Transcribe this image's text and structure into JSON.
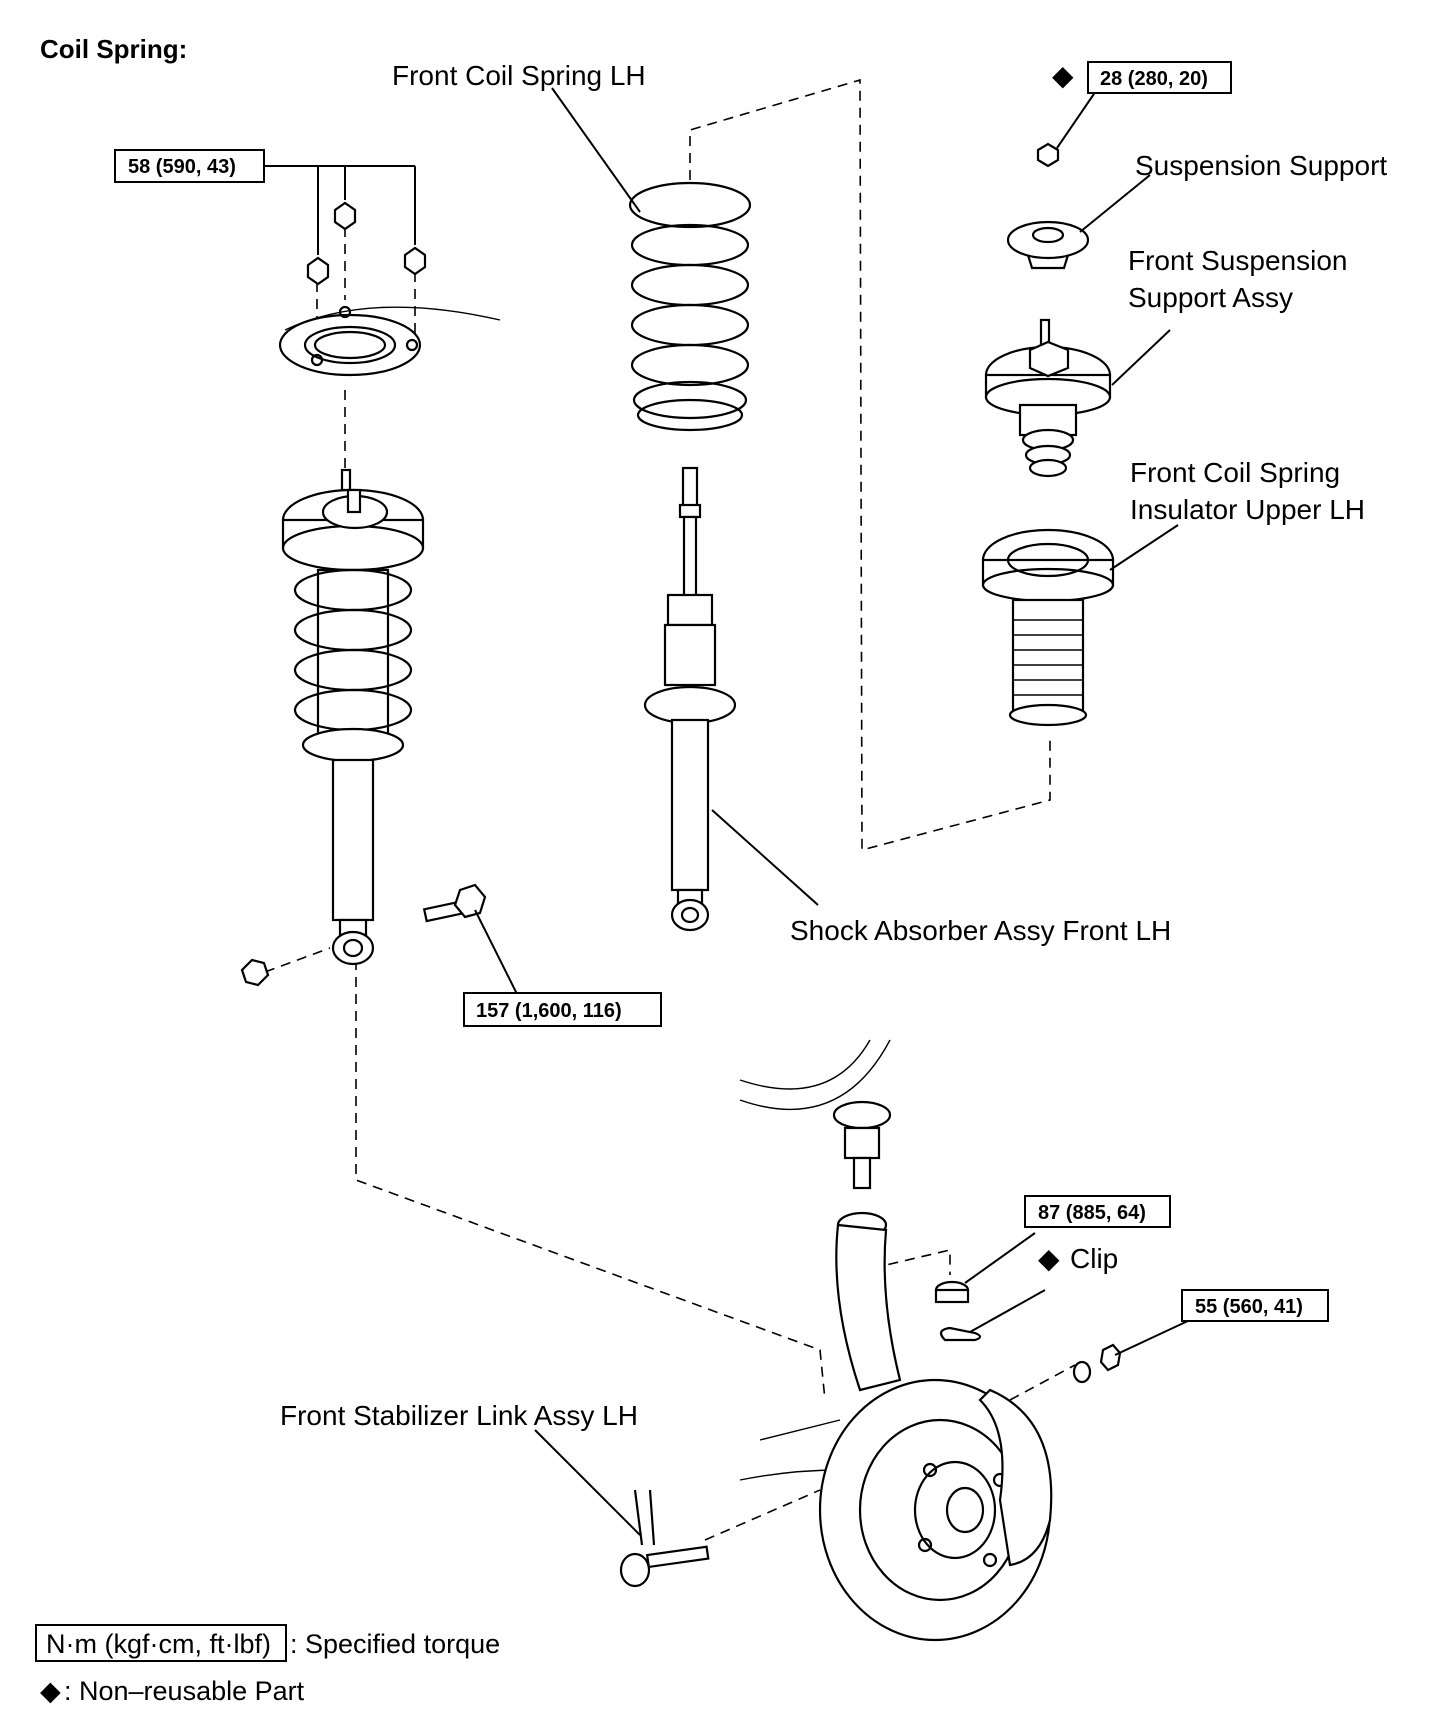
{
  "title": "Coil Spring:",
  "labels": {
    "front_coil_spring": "Front Coil Spring LH",
    "suspension_support": "Suspension Support",
    "front_suspension_support_assy_1": "Front Suspension",
    "front_suspension_support_assy_2": "Support Assy",
    "front_coil_spring_insulator_1": "Front Coil Spring",
    "front_coil_spring_insulator_2": "Insulator Upper LH",
    "shock_absorber": "Shock Absorber Assy Front LH",
    "stabilizer_link": "Front Stabilizer Link Assy LH",
    "clip": "Clip"
  },
  "torques": {
    "top_nut": "28 (280, 20)",
    "upper_mount_nuts": "58 (590, 43)",
    "lower_bolt": "157 (1,600, 116)",
    "knuckle_nut": "87 (885, 64)",
    "stabilizer_nut": "55 (560, 41)"
  },
  "symbols": {
    "non_reusable": "◆"
  },
  "legend": {
    "torque_unit": "N·m (kgf·cm, ft·lbf)",
    "torque_text": ": Specified torque",
    "non_reusable_text": ": Non–reusable Part"
  }
}
